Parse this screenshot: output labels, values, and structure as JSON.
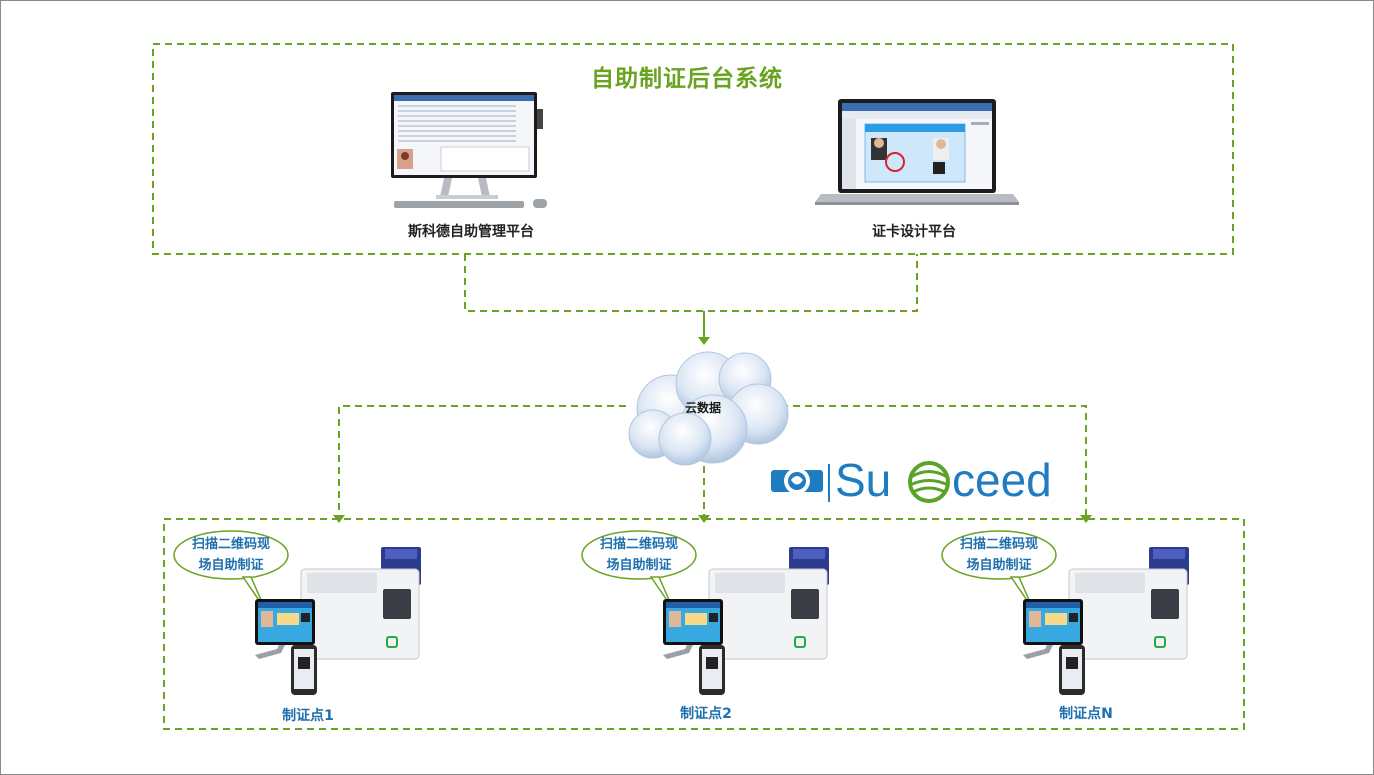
{
  "title": "自助制证后台系统",
  "platforms": [
    {
      "label": "斯科德自助管理平台"
    },
    {
      "label": "证卡设计平台"
    }
  ],
  "cloud_label": "云数据",
  "brand": {
    "text_left": "Su",
    "text_right": "ceed"
  },
  "stations": [
    {
      "bubble_line1": "扫描二维码现",
      "bubble_line2": "场自助制证",
      "label": "制证点1"
    },
    {
      "bubble_line1": "扫描二维码现",
      "bubble_line2": "场自助制证",
      "label": "制证点2"
    },
    {
      "bubble_line1": "扫描二维码现",
      "bubble_line2": "场自助制证",
      "label": "制证点N"
    }
  ],
  "colors": {
    "green": "#6aa321",
    "blue": "#1d6fae",
    "brand_blue": "#1f7cc0"
  }
}
